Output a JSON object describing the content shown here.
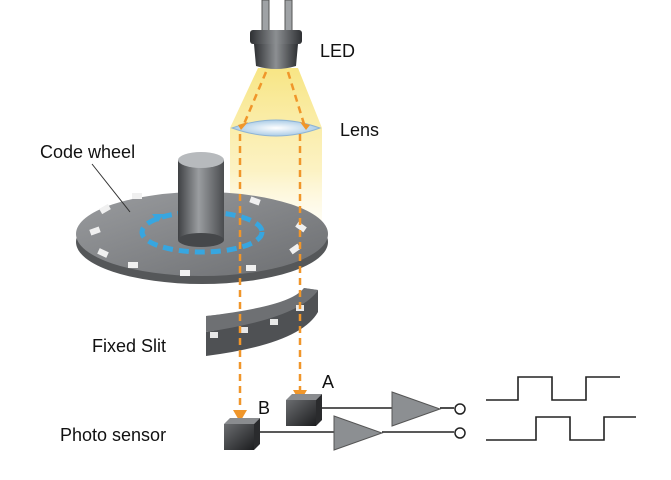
{
  "labels": {
    "led": "LED",
    "lens": "Lens",
    "code_wheel": "Code wheel",
    "fixed_slit": "Fixed Slit",
    "photo_sensor": "Photo sensor",
    "sensor_a": "A",
    "sensor_b": "B"
  },
  "colors": {
    "beam": "#f5e27a",
    "arrow": "#f0962a",
    "wheel_pattern": "#37a6e0",
    "metal_dark": "#4d4f52",
    "metal_mid": "#8a8d90",
    "lens": "#cfe3f2",
    "wire": "#222222"
  }
}
